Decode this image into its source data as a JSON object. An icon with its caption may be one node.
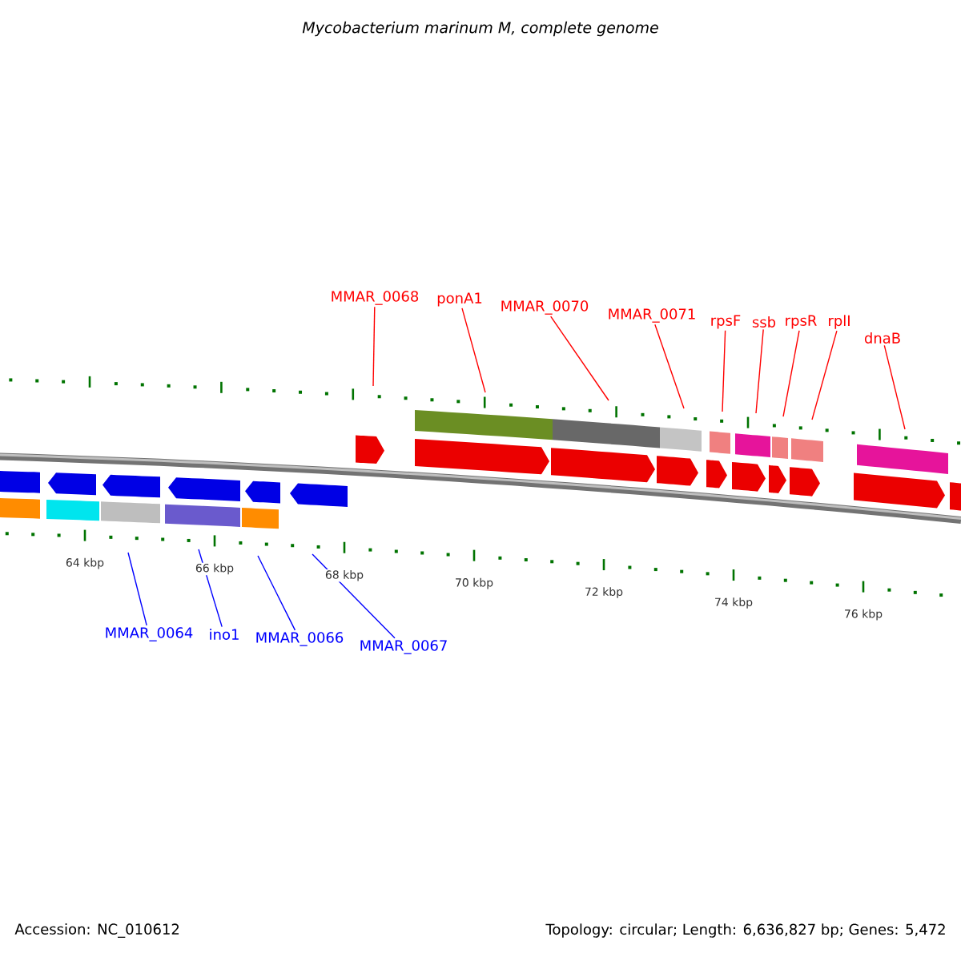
{
  "diagram": {
    "title": "Mycobacterium marinum M, complete genome",
    "nodes": [
      {
        "text": [
          "MMAR_0068"
        ]
      },
      {
        "text": [
          "ponA1"
        ]
      },
      {
        "text": [
          "MMAR_0070"
        ]
      },
      {
        "text": [
          "MMAR_0071"
        ]
      },
      {
        "text": [
          "rpsF"
        ]
      },
      {
        "text": [
          "ssb"
        ]
      },
      {
        "text": [
          "rpsR"
        ]
      },
      {
        "text": [
          "rplI"
        ]
      },
      {
        "text": [
          "dnaB"
        ]
      },
      {
        "text": [
          "MMAR_0064"
        ]
      },
      {
        "text": [
          "ino1"
        ]
      },
      {
        "text": [
          "MMAR_0066"
        ]
      },
      {
        "text": [
          "MMAR_0067"
        ]
      }
    ],
    "edges": [
      {
        "from": 0,
        "to": null,
        "arrow": "none"
      },
      {
        "from": 1,
        "to": null,
        "arrow": "none"
      },
      {
        "from": 2,
        "to": null,
        "arrow": "none"
      },
      {
        "from": 3,
        "to": null,
        "arrow": "none"
      },
      {
        "from": 4,
        "to": null,
        "arrow": "none"
      },
      {
        "from": 5,
        "to": null,
        "arrow": "none"
      },
      {
        "from": 6,
        "to": null,
        "arrow": "none"
      },
      {
        "from": 7,
        "to": null,
        "arrow": "none"
      },
      {
        "from": 8,
        "to": null,
        "arrow": "none"
      },
      {
        "from": 9,
        "to": null,
        "arrow": "none",
        "color": "#0000ff"
      },
      {
        "from": 10,
        "to": null,
        "arrow": "none",
        "color": "#0000ff"
      },
      {
        "from": 11,
        "to": null,
        "arrow": "none",
        "color": "#0000ff"
      },
      {
        "from": 12,
        "to": null,
        "arrow": "none",
        "color": "#0000ff"
      }
    ],
    "labels": [
      "64 kbp",
      "66 kbp",
      "68 kbp",
      "70 kbp",
      "72 kbp",
      "74 kbp",
      "76 kbp",
      "Accession: NC_010612",
      "Topology: circular; Length: 6,636,827 bp; Genes: 5,472"
    ]
  }
}
